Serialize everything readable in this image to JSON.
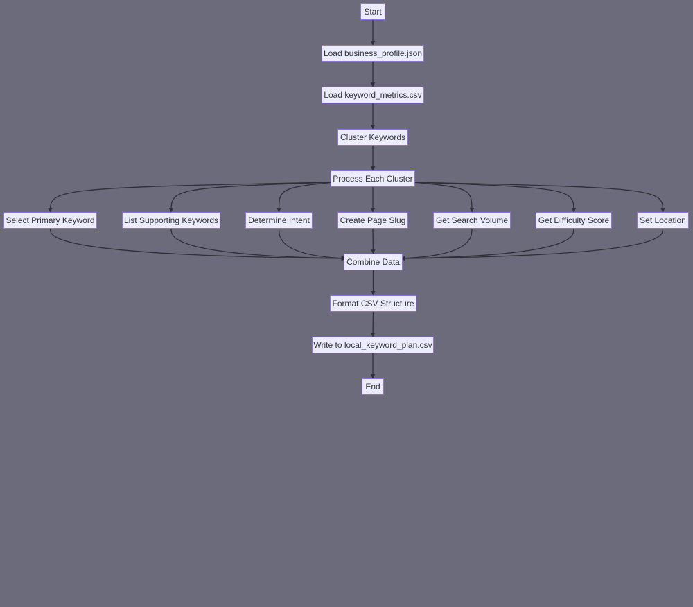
{
  "diagram": {
    "type": "flowchart",
    "colors": {
      "background": "#6b6b7b",
      "node_fill": "#ececff",
      "node_border": "#9370db",
      "node_text": "#333333",
      "edge": "#2f2f37"
    },
    "nodes": {
      "start": "Start",
      "load_profile": "Load business_profile.json",
      "load_metrics": "Load keyword_metrics.csv",
      "cluster": "Cluster Keywords",
      "process": "Process Each Cluster",
      "primary": "Select Primary Keyword",
      "supporting": "List Supporting Keywords",
      "intent": "Determine Intent",
      "slug": "Create Page Slug",
      "volume": "Get Search Volume",
      "difficulty": "Get Difficulty Score",
      "location": "Set Location",
      "combine": "Combine Data",
      "format": "Format CSV Structure",
      "write": "Write to local_keyword_plan.csv",
      "end": "End"
    },
    "edges": [
      [
        "start",
        "load_profile"
      ],
      [
        "load_profile",
        "load_metrics"
      ],
      [
        "load_metrics",
        "cluster"
      ],
      [
        "cluster",
        "process"
      ],
      [
        "process",
        "primary"
      ],
      [
        "process",
        "supporting"
      ],
      [
        "process",
        "intent"
      ],
      [
        "process",
        "slug"
      ],
      [
        "process",
        "volume"
      ],
      [
        "process",
        "difficulty"
      ],
      [
        "process",
        "location"
      ],
      [
        "primary",
        "combine"
      ],
      [
        "supporting",
        "combine"
      ],
      [
        "intent",
        "combine"
      ],
      [
        "slug",
        "combine"
      ],
      [
        "volume",
        "combine"
      ],
      [
        "difficulty",
        "combine"
      ],
      [
        "location",
        "combine"
      ],
      [
        "combine",
        "format"
      ],
      [
        "format",
        "write"
      ],
      [
        "write",
        "end"
      ]
    ]
  }
}
